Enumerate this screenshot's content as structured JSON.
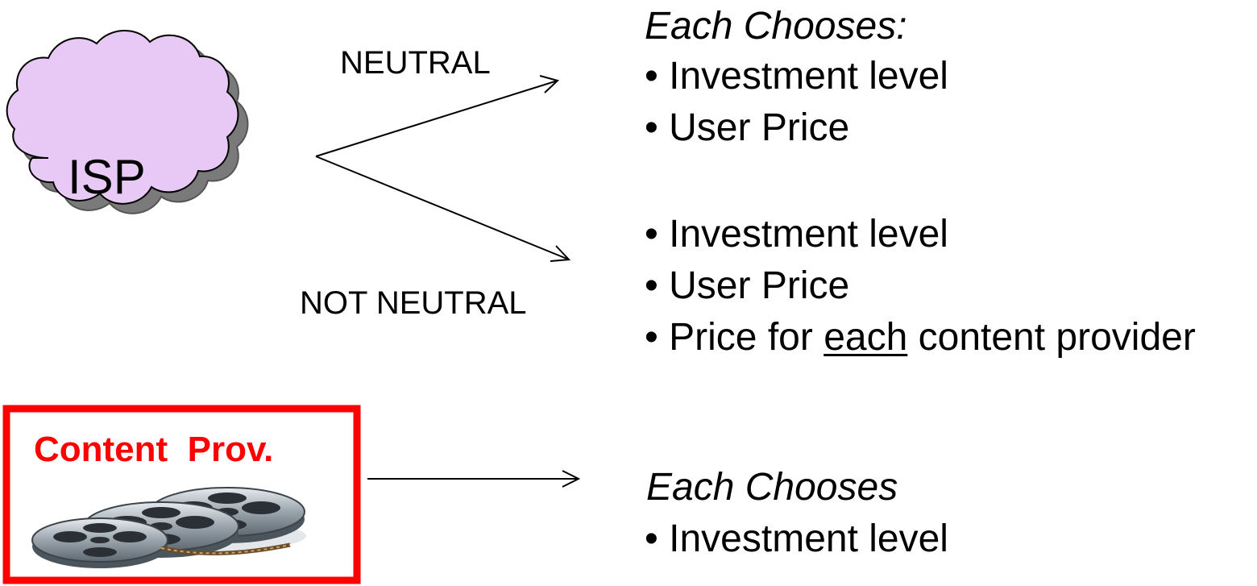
{
  "colors": {
    "cloud_fill": "#e8c9f5",
    "cloud_shadow": "#7a7a7a",
    "content_box_border": "#ff0000",
    "content_label": "#ff0000",
    "arrow": "#000000"
  },
  "isp": {
    "label": "ISP",
    "shape": "cloud"
  },
  "content_provider": {
    "label": "Content  Prov.",
    "icon": "film-reels-icon"
  },
  "edges": {
    "neutral_label": "NEUTRAL",
    "not_neutral_label": "NOT NEUTRAL"
  },
  "neutral_choices": {
    "heading": "Each Chooses:",
    "items": [
      "Investment level",
      "User Price"
    ]
  },
  "not_neutral_choices": {
    "items": [
      "Investment level",
      "User Price"
    ],
    "last_item": {
      "prefix": "Price for ",
      "emphasis": "each",
      "suffix": " content provider"
    }
  },
  "content_choices": {
    "heading": "Each Chooses",
    "items": [
      "Investment level"
    ]
  }
}
